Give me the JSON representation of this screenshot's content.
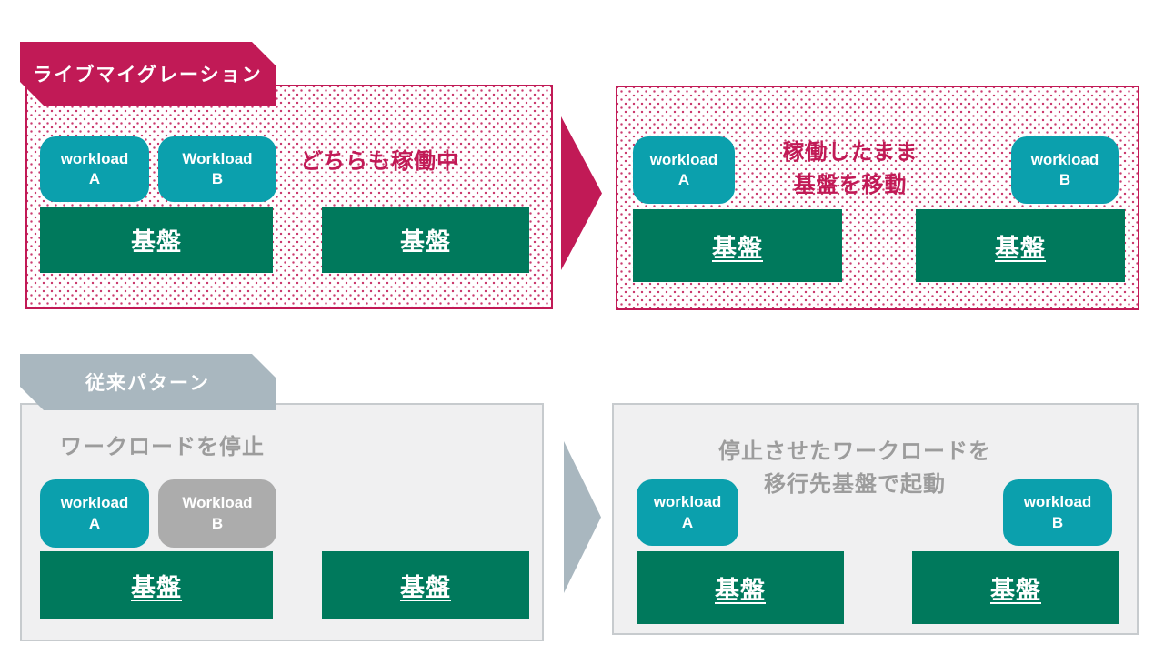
{
  "live": {
    "tab": "ライブマイグレーション",
    "source": {
      "note": "どちらも稼働中",
      "workload_a": "workload\nA",
      "workload_b": "Workload\nB",
      "platform1": "基盤",
      "platform2": "基盤"
    },
    "dest": {
      "note": "稼働したまま\n基盤を移動",
      "workload_a": "workload\nA",
      "workload_b": "workload\nB",
      "platform1": "基盤",
      "platform2": "基盤"
    }
  },
  "legacy": {
    "tab": "従来パターン",
    "source": {
      "note": "ワークロードを停止",
      "workload_a": "workload\nA",
      "workload_b": "Workload\nB",
      "platform1": "基盤",
      "platform2": "基盤"
    },
    "dest": {
      "note": "停止させたワークロードを\n移行先基盤で起動",
      "workload_a": "workload\nA",
      "workload_b": "workload\nB",
      "platform1": "基盤",
      "platform2": "基盤"
    }
  },
  "colors": {
    "crimson": "#C11A56",
    "teal": "#0BA0AD",
    "green": "#00795C",
    "gray_blue": "#A9B7BF",
    "panel_gray": "#F0F0F1",
    "stopped_gray": "#ACACAC",
    "text_gray": "#9C9C9C"
  }
}
